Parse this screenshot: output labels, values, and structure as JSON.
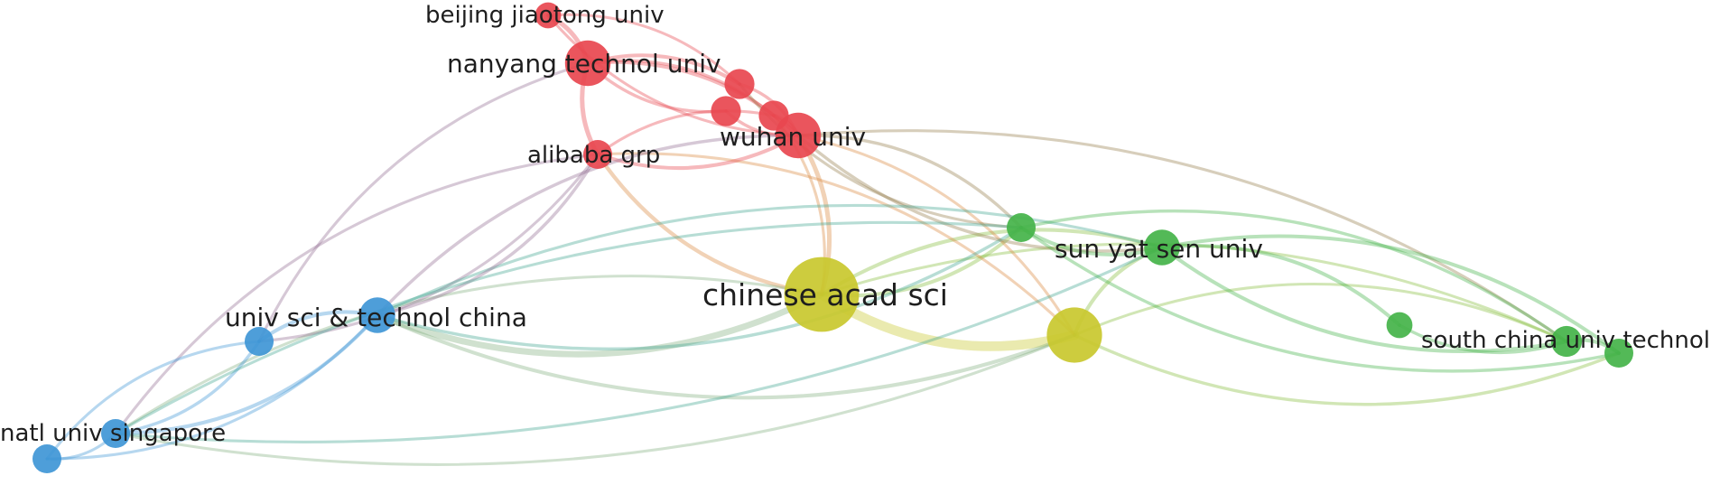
{
  "chart_data": {
    "type": "network",
    "clusters": [
      {
        "id": "red",
        "color": "#e8474f"
      },
      {
        "id": "blue",
        "color": "#3f96d6"
      },
      {
        "id": "yellow",
        "color": "#c9c82e"
      },
      {
        "id": "green",
        "color": "#44b349"
      }
    ],
    "nodes": [
      {
        "id": "beijing",
        "label": "beijing jiaotong univ",
        "cluster": "red",
        "weight": 1
      },
      {
        "id": "nanyang",
        "label": "nanyang technol univ",
        "cluster": "red",
        "weight": 3
      },
      {
        "id": "red_a",
        "label": "",
        "cluster": "red",
        "weight": 1.4
      },
      {
        "id": "red_b",
        "label": "",
        "cluster": "red",
        "weight": 1.4
      },
      {
        "id": "red_c",
        "label": "",
        "cluster": "red",
        "weight": 1.4
      },
      {
        "id": "wuhan",
        "label": "wuhan univ",
        "cluster": "red",
        "weight": 3
      },
      {
        "id": "alibaba",
        "label": "alibaba grp",
        "cluster": "red",
        "weight": 1.3
      },
      {
        "id": "ustc",
        "label": "univ sci & technol china",
        "cluster": "blue",
        "weight": 2
      },
      {
        "id": "blue_a",
        "label": "",
        "cluster": "blue",
        "weight": 1.3
      },
      {
        "id": "nus",
        "label": "natl univ singapore",
        "cluster": "blue",
        "weight": 1.3
      },
      {
        "id": "blue_b",
        "label": "",
        "cluster": "blue",
        "weight": 1.3
      },
      {
        "id": "cas",
        "label": "chinese acad sci",
        "cluster": "yellow",
        "weight": 6
      },
      {
        "id": "yellow_a",
        "label": "",
        "cluster": "yellow",
        "weight": 4
      },
      {
        "id": "green_a",
        "label": "",
        "cluster": "green",
        "weight": 1.3
      },
      {
        "id": "sysu",
        "label": "sun yat sen univ",
        "cluster": "green",
        "weight": 2
      },
      {
        "id": "green_b",
        "label": "",
        "cluster": "green",
        "weight": 1
      },
      {
        "id": "scut",
        "label": "south china univ technol",
        "cluster": "green",
        "weight": 1.5
      },
      {
        "id": "green_c",
        "label": "",
        "cluster": "green",
        "weight": 1.3
      }
    ],
    "links": [
      {
        "source": "cas",
        "target": "yellow_a",
        "strength": 5
      },
      {
        "source": "cas",
        "target": "ustc",
        "strength": 3
      },
      {
        "source": "cas",
        "target": "wuhan",
        "strength": 2
      },
      {
        "source": "cas",
        "target": "alibaba",
        "strength": 1.6
      },
      {
        "source": "cas",
        "target": "nus",
        "strength": 1
      },
      {
        "source": "cas",
        "target": "sysu",
        "strength": 1.5
      },
      {
        "source": "cas",
        "target": "green_a",
        "strength": 1.5
      },
      {
        "source": "cas",
        "target": "scut",
        "strength": 1
      },
      {
        "source": "cas",
        "target": "red_c",
        "strength": 1
      },
      {
        "source": "yellow_a",
        "target": "ustc",
        "strength": 1.5
      },
      {
        "source": "yellow_a",
        "target": "wuhan",
        "strength": 1
      },
      {
        "source": "yellow_a",
        "target": "sysu",
        "strength": 1.5
      },
      {
        "source": "yellow_a",
        "target": "green_c",
        "strength": 1.2
      },
      {
        "source": "yellow_a",
        "target": "nus",
        "strength": 1
      },
      {
        "source": "yellow_a",
        "target": "alibaba",
        "strength": 1
      },
      {
        "source": "yellow_a",
        "target": "scut",
        "strength": 1
      },
      {
        "source": "nanyang",
        "target": "beijing",
        "strength": 2
      },
      {
        "source": "nanyang",
        "target": "wuhan",
        "strength": 1.5
      },
      {
        "source": "nanyang",
        "target": "alibaba",
        "strength": 2
      },
      {
        "source": "nanyang",
        "target": "red_a",
        "strength": 1.5
      },
      {
        "source": "nanyang",
        "target": "red_b",
        "strength": 1.2
      },
      {
        "source": "nanyang",
        "target": "red_c",
        "strength": 1.2
      },
      {
        "source": "nanyang",
        "target": "blue_a",
        "strength": 1
      },
      {
        "source": "beijing",
        "target": "red_a",
        "strength": 1
      },
      {
        "source": "beijing",
        "target": "wuhan",
        "strength": 1
      },
      {
        "source": "red_a",
        "target": "wuhan",
        "strength": 1.2
      },
      {
        "source": "red_b",
        "target": "wuhan",
        "strength": 1.2
      },
      {
        "source": "red_c",
        "target": "wuhan",
        "strength": 1.5
      },
      {
        "source": "alibaba",
        "target": "wuhan",
        "strength": 1.5
      },
      {
        "source": "alibaba",
        "target": "red_c",
        "strength": 1
      },
      {
        "source": "alibaba",
        "target": "nus",
        "strength": 1
      },
      {
        "source": "alibaba",
        "target": "blue_a",
        "strength": 1
      },
      {
        "source": "wuhan",
        "target": "sysu",
        "strength": 1.2
      },
      {
        "source": "wuhan",
        "target": "green_a",
        "strength": 1.2
      },
      {
        "source": "wuhan",
        "target": "ustc",
        "strength": 1.2
      },
      {
        "source": "wuhan",
        "target": "scut",
        "strength": 1
      },
      {
        "source": "red_a",
        "target": "green_a",
        "strength": 1
      },
      {
        "source": "ustc",
        "target": "nus",
        "strength": 1.5
      },
      {
        "source": "ustc",
        "target": "blue_a",
        "strength": 1.5
      },
      {
        "source": "ustc",
        "target": "blue_b",
        "strength": 1
      },
      {
        "source": "ustc",
        "target": "green_a",
        "strength": 1.2
      },
      {
        "source": "ustc",
        "target": "sysu",
        "strength": 1
      },
      {
        "source": "ustc",
        "target": "alibaba",
        "strength": 1.2
      },
      {
        "source": "blue_a",
        "target": "nus",
        "strength": 1.2
      },
      {
        "source": "blue_a",
        "target": "blue_b",
        "strength": 1
      },
      {
        "source": "nus",
        "target": "blue_b",
        "strength": 1
      },
      {
        "source": "nus",
        "target": "sysu",
        "strength": 1
      },
      {
        "source": "nus",
        "target": "green_a",
        "strength": 1
      },
      {
        "source": "green_a",
        "target": "sysu",
        "strength": 1.5
      },
      {
        "source": "green_a",
        "target": "scut",
        "strength": 1.2
      },
      {
        "source": "green_a",
        "target": "green_c",
        "strength": 1.2
      },
      {
        "source": "sysu",
        "target": "green_b",
        "strength": 1.5
      },
      {
        "source": "sysu",
        "target": "scut",
        "strength": 1.5
      },
      {
        "source": "sysu",
        "target": "green_c",
        "strength": 1.5
      },
      {
        "source": "green_b",
        "target": "scut",
        "strength": 1.2
      },
      {
        "source": "scut",
        "target": "green_c",
        "strength": 1.5
      }
    ]
  }
}
